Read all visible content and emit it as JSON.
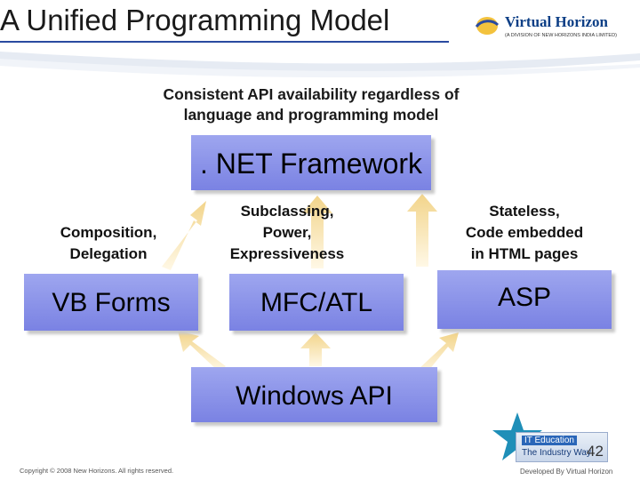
{
  "slide": {
    "title": "A Unified Programming Model",
    "subtitle_lines": [
      "Consistent API availability regardless of",
      "language and programming model"
    ],
    "page_number": "42"
  },
  "logo": {
    "name": "Virtual Horizon",
    "tagline": "(A DIVISION OF NEW HORIZONS INDIA LIMITED)"
  },
  "boxes": {
    "net": ". NET Framework",
    "vb": "VB Forms",
    "mfc": "MFC/ATL",
    "asp": "ASP",
    "windows": "Windows API"
  },
  "descriptions": {
    "vb": [
      "Composition,",
      "Delegation"
    ],
    "mfc": [
      "Subclassing,",
      "Power,",
      "Expressiveness"
    ],
    "asp": [
      "Stateless,",
      "Code embedded",
      "in HTML pages"
    ]
  },
  "badge": {
    "line1": "IT Education",
    "line2": "The Industry Way"
  },
  "footer": {
    "left": "Copyright © 2008 New Horizons. All rights reserved.",
    "right": "Developed By Virtual Horizon"
  },
  "colors": {
    "box_fill": "#8c93e8",
    "arrow_fill": "#f5dfa6",
    "title_underline": "#2a4aa0",
    "logo_blue": "#0d3f86"
  }
}
